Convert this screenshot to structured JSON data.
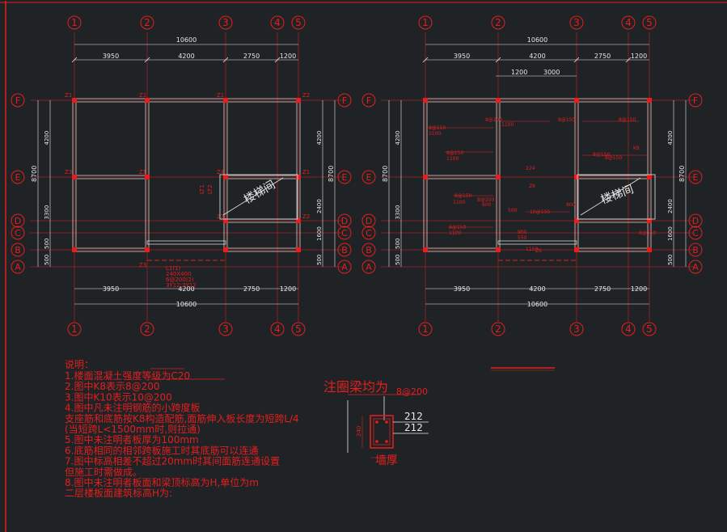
{
  "plan_left": {
    "axes_x": [
      "1",
      "2",
      "3",
      "4",
      "5"
    ],
    "axes_y": [
      "F",
      "E",
      "D",
      "C",
      "B",
      "A"
    ],
    "top_total": "10600",
    "top_dims": [
      "3950",
      "4200",
      "2750",
      "1200"
    ],
    "bottom_dims": [
      "3950",
      "4200",
      "2750",
      "1200"
    ],
    "bottom_total": "10600",
    "left_total": "8700",
    "left_dims": [
      "4200",
      "3300",
      "500",
      "500"
    ],
    "right_total": "8700",
    "right_dims": [
      "4200",
      "2400",
      "1600",
      "500"
    ],
    "col_tags": [
      "Z1",
      "Z1",
      "Z1",
      "Z2",
      "Z3",
      "Z1",
      "Z4",
      "Z3",
      "Z1",
      "Z2",
      "Z3"
    ],
    "stair_label": "楼梯间",
    "stair_tags": [
      "LT1",
      "LT2"
    ],
    "bottom_note": [
      "L1(1)",
      "240X400",
      "6@200(2)",
      "3Y12;3Y12"
    ]
  },
  "plan_right": {
    "axes_x": [
      "1",
      "2",
      "3",
      "4",
      "5"
    ],
    "axes_y": [
      "F",
      "E",
      "D",
      "C",
      "B",
      "A"
    ],
    "top_total": "10600",
    "top_dims": [
      "3950",
      "4200",
      "2750",
      "1200"
    ],
    "sub_dims": [
      "1200",
      "3000"
    ],
    "bottom_dims": [
      "3950",
      "4200",
      "2750",
      "1200"
    ],
    "bottom_total": "10600",
    "left_total": "8700",
    "left_dims": [
      "4200",
      "3300",
      "500",
      "500"
    ],
    "right_total": "8700",
    "right_dims": [
      "4200",
      "2400",
      "1600",
      "500"
    ],
    "rebar_tags": [
      "8@150",
      "1100",
      "8@200",
      "1100",
      "8@150",
      "1100",
      "8@150",
      "1100",
      "8@200",
      "900",
      "500",
      "10@150",
      "8@150",
      "1100",
      "900",
      "550",
      "1150",
      "8@150",
      "8@150",
      "8@150",
      "8@150",
      "K8",
      "Z6",
      "224",
      "Z6",
      "900",
      "8@150"
    ],
    "stair_label": "楼梯间"
  },
  "notes": {
    "title": "说明：",
    "items": [
      "1.楼面混凝土强度等级为C20",
      "2.图中K8表示8@200",
      "3.图中K10表示10@200",
      "4.图中凡未注明钢筋的小跨度板",
      "   支座筋和底筋按K8构造配筋,面筋伸入板长度为短跨L/4",
      "   (当短跨L<1500mm时,则拉通)",
      "5.图中未注明者板厚为100mm",
      "6.底筋相同的相邻跨板施工时其底筋可以连通",
      "7.图中标高相差不超过20mm时其间面筋连通设置",
      "   但施工时需做成。",
      "8.图中未注明者板面和梁顶标高为H,单位为m",
      "二层楼板面建筑标高H为:"
    ]
  },
  "detail": {
    "title": "注圈梁均为",
    "stirrup": "8@200",
    "bars": [
      "212",
      "212"
    ],
    "height_mark": "240",
    "wall_label": "墙厚"
  }
}
